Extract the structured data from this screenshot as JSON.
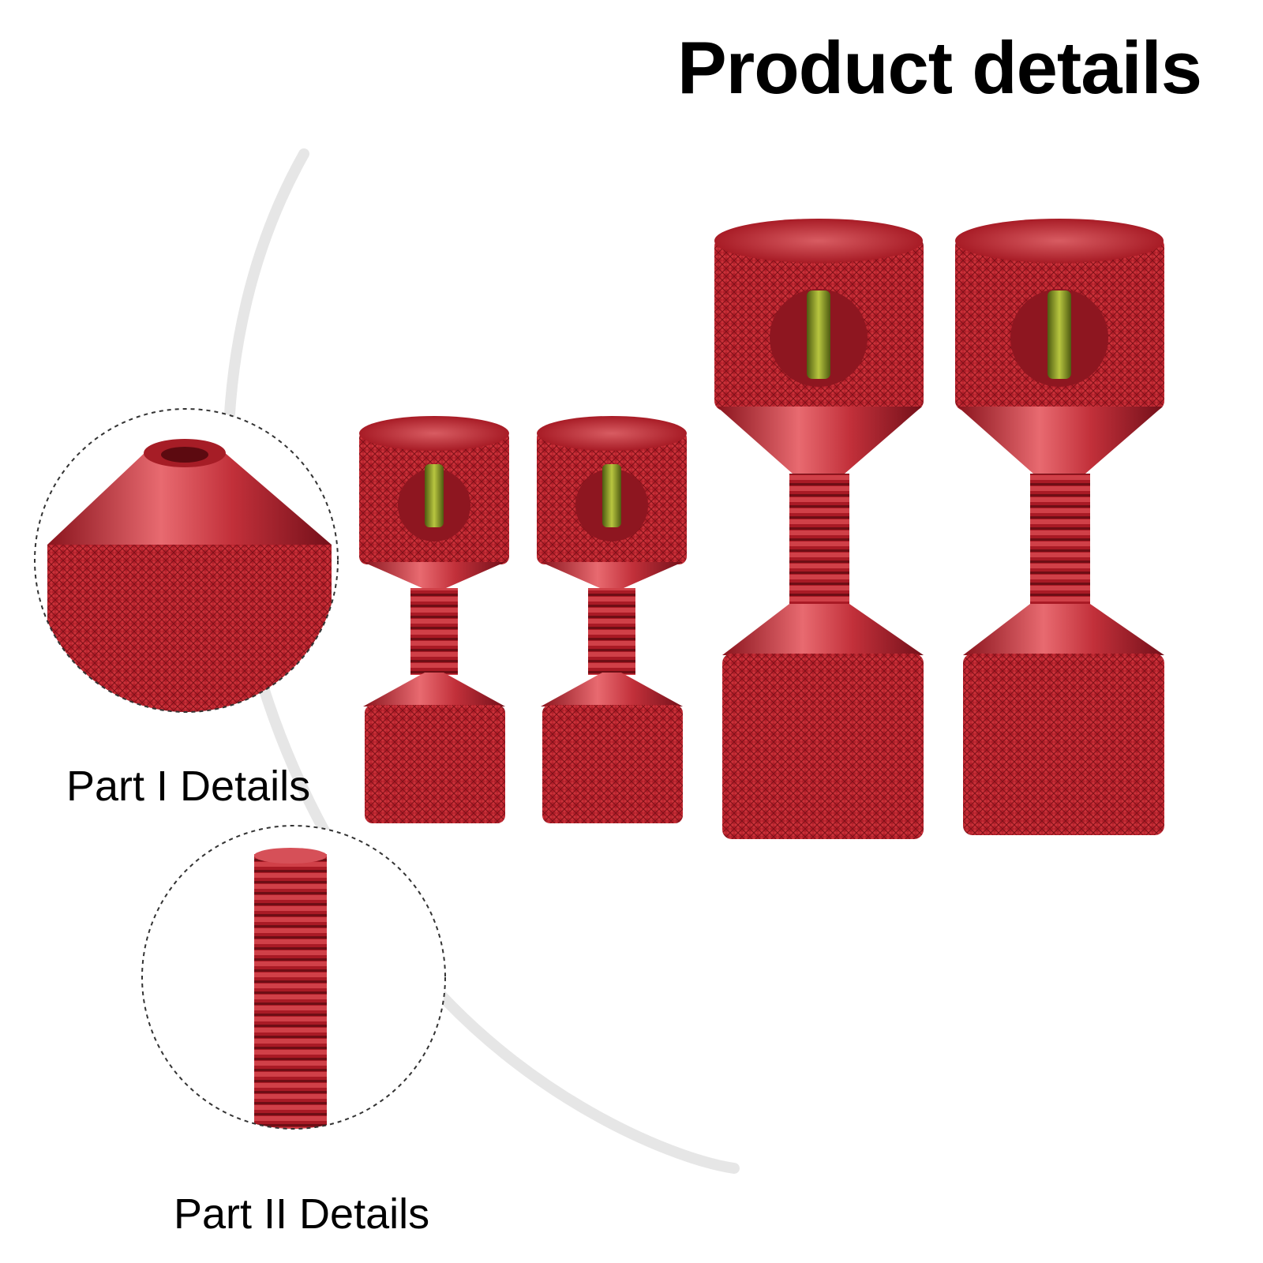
{
  "title": "Product details",
  "detail_labels": {
    "part1": "Part I Details",
    "part2": "Part II Details"
  },
  "colors": {
    "product_red": "#b21f2a",
    "product_red_dark": "#7e1018",
    "product_red_light": "#e0525a",
    "vial_green": "#8fa01e",
    "background": "#ffffff",
    "swoosh": "#e6e6e6"
  },
  "icons": [
    "magnifier-circle-part1",
    "magnifier-circle-part2",
    "level-vial"
  ]
}
